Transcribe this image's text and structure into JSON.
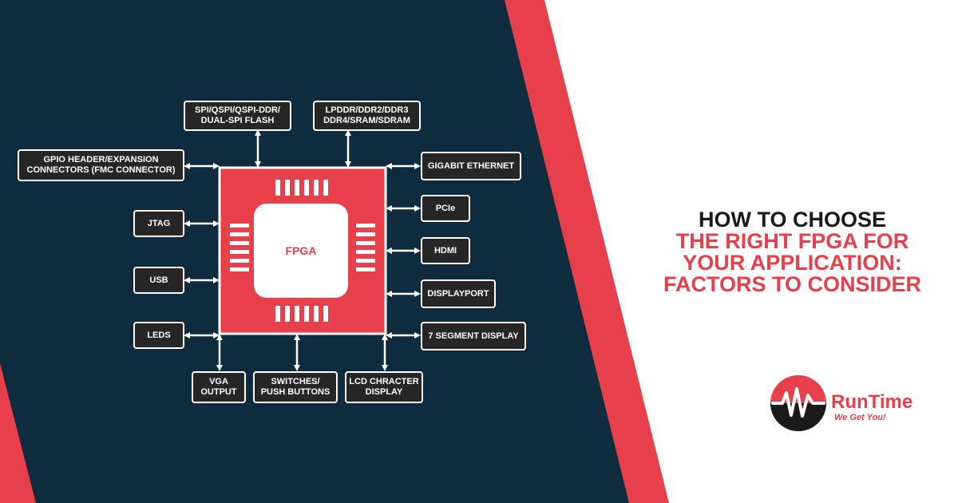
{
  "colors": {
    "navy": "#0f2b3e",
    "red": "#e8404a",
    "box": "#262626",
    "white": "#ffffff",
    "text_dark": "#1a1a1a"
  },
  "diagram": {
    "center": "FPGA",
    "top": [
      {
        "lines": [
          "SPI/QSPI/QSPI-DDR/",
          "DUAL-SPI FLASH"
        ]
      },
      {
        "lines": [
          "LPDDR/DDR2/DDR3",
          "DDR4/SRAM/SDRAM"
        ]
      }
    ],
    "left": [
      {
        "lines": [
          "GPIO HEADER/EXPANSION",
          "CONNECTORS (FMC CONNECTOR)"
        ]
      },
      {
        "lines": [
          "JTAG"
        ]
      },
      {
        "lines": [
          "USB"
        ]
      },
      {
        "lines": [
          "LEDS"
        ]
      }
    ],
    "right": [
      {
        "lines": [
          "GIGABIT ETHERNET"
        ]
      },
      {
        "lines": [
          "PCIe"
        ]
      },
      {
        "lines": [
          "HDMI"
        ]
      },
      {
        "lines": [
          "DISPLAYPORT"
        ]
      },
      {
        "lines": [
          "7 SEGMENT DISPLAY"
        ]
      }
    ],
    "bottom": [
      {
        "lines": [
          "VGA",
          "OUTPUT"
        ]
      },
      {
        "lines": [
          "SWITCHES/",
          "PUSH BUTTONS"
        ]
      },
      {
        "lines": [
          "LCD CHRACTER",
          "DISPLAY"
        ]
      }
    ]
  },
  "headline": {
    "line1": "HOW TO CHOOSE",
    "line2": "THE RIGHT FPGA FOR",
    "line3": "YOUR APPLICATION:",
    "line4": "FACTORS TO CONSIDER"
  },
  "logo": {
    "brand": "RunTime",
    "tagline": "We Get You!"
  }
}
